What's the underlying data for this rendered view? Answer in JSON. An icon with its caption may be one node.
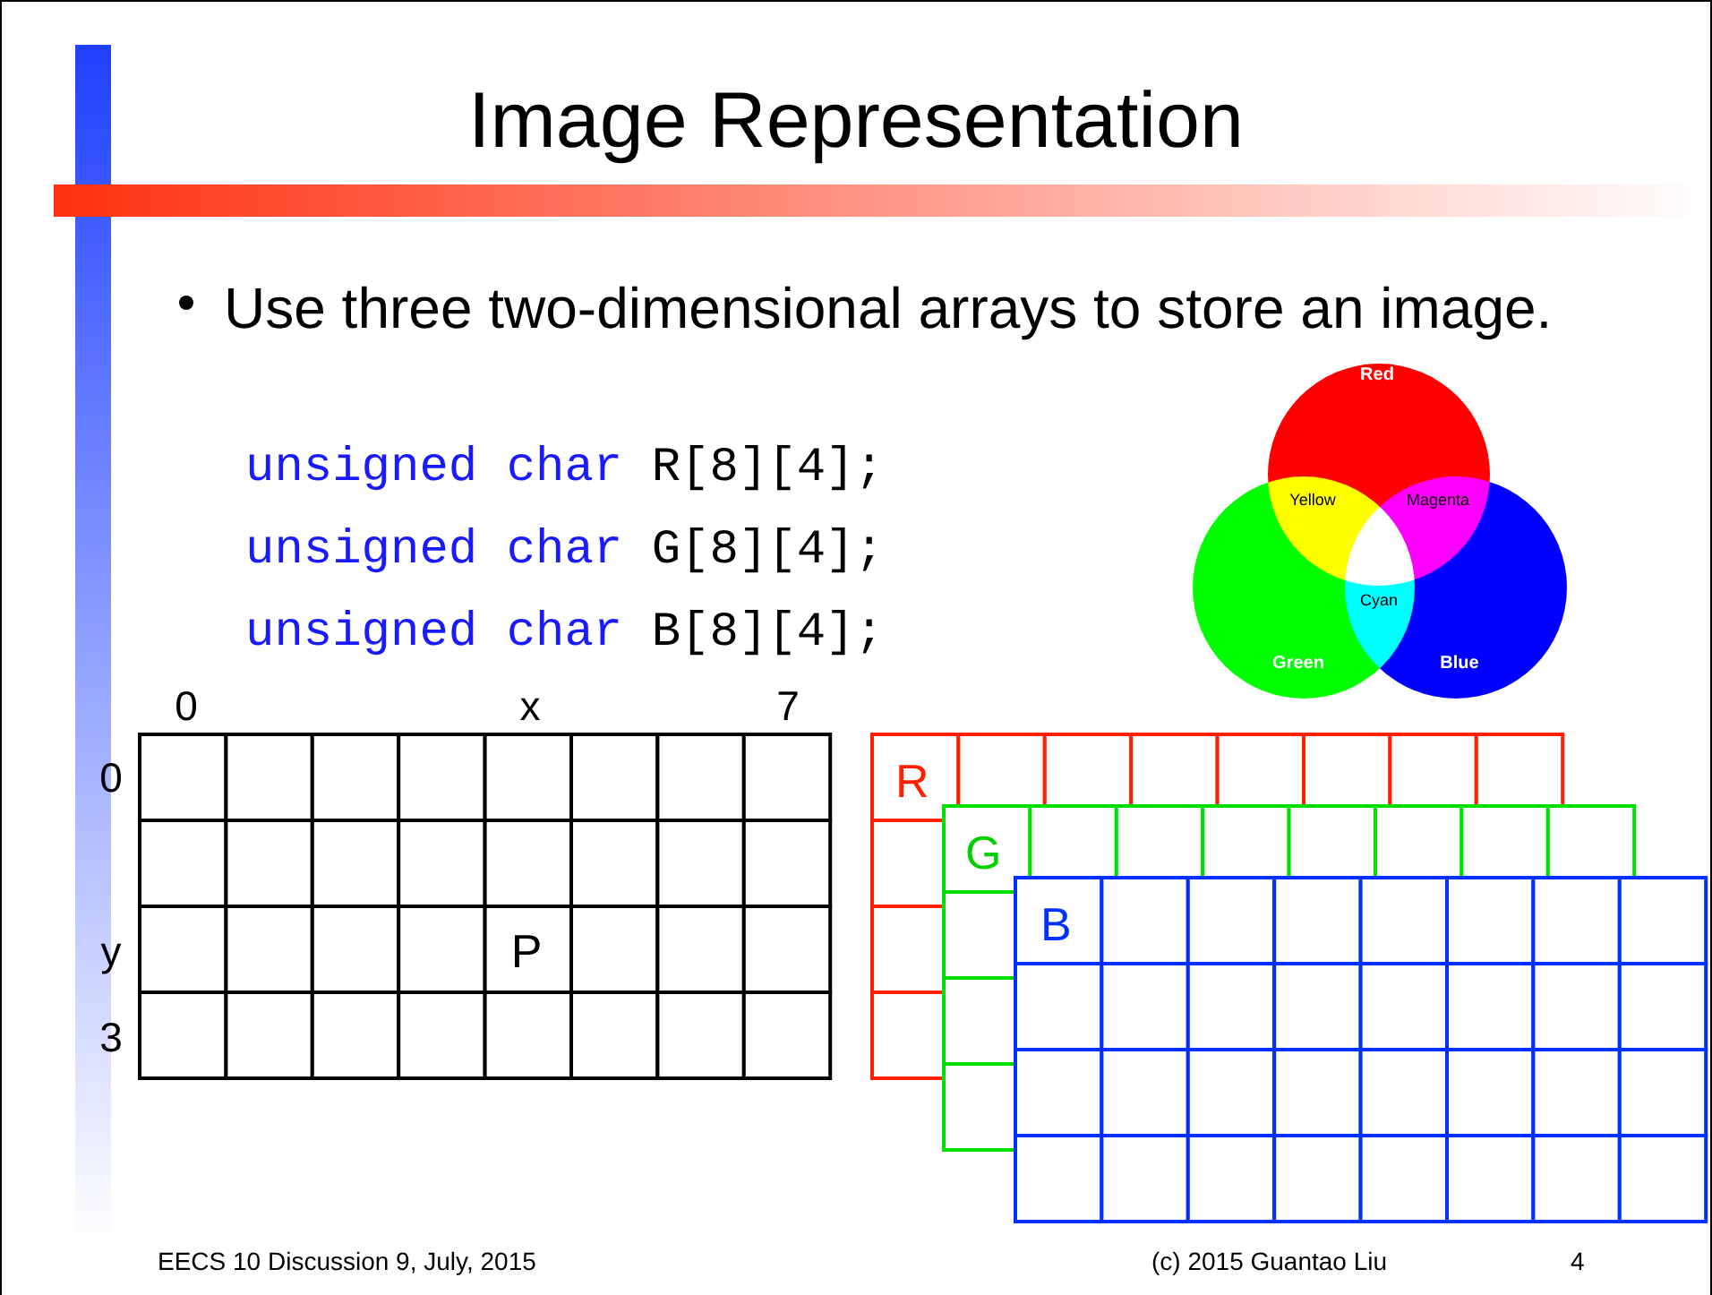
{
  "diagram": {
    "title": "Image Representation",
    "labels": [
      "Use three two-dimensional arrays to store an image.",
      "unsigned char R[8][4];",
      "unsigned char G[8][4];",
      "unsigned char B[8][4];",
      "Red",
      "Yellow",
      "Magenta",
      "Cyan",
      "Green",
      "Blue",
      "0",
      "x",
      "7",
      "0",
      "R",
      "G",
      "B",
      "y",
      "P",
      "3",
      "EECS 10 Discussion 9, July, 2015",
      "(c) 2015 Guantao Liu",
      "4"
    ]
  }
}
